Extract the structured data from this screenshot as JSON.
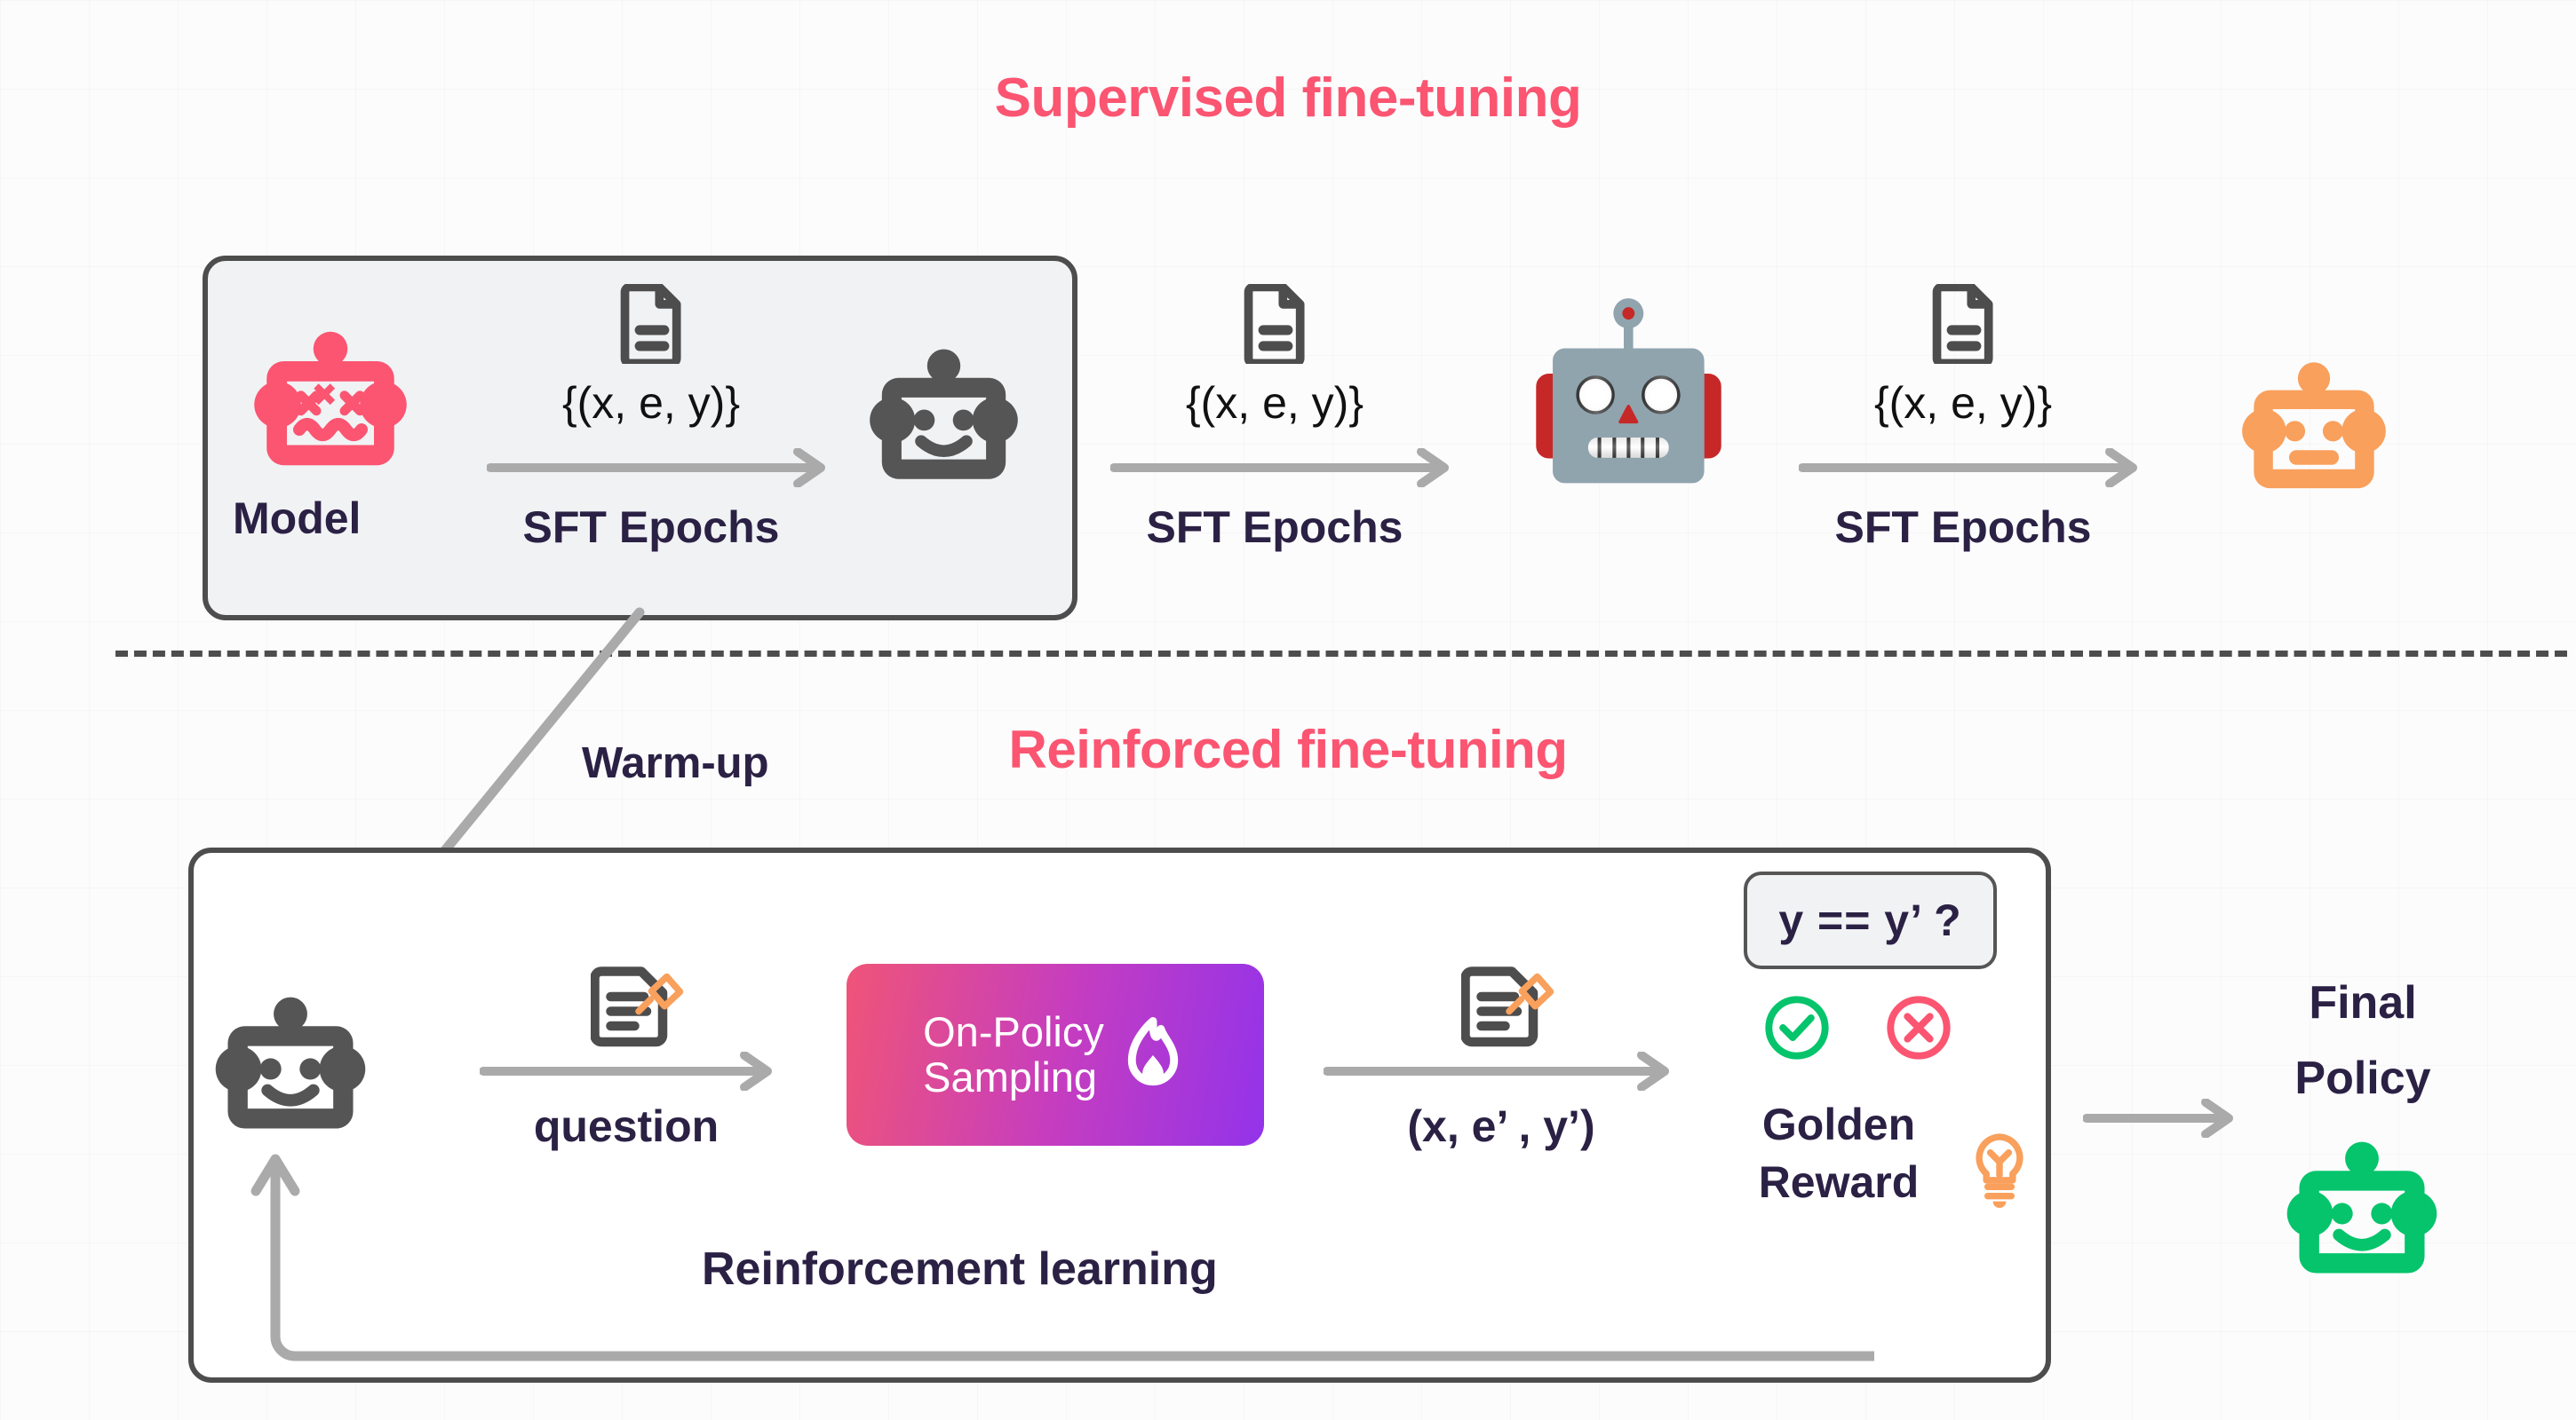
{
  "palette": {
    "accent_pink": "#fb5571",
    "dark_navy": "#2b2144",
    "gray_icon": "#4d4d4d",
    "arrow_gray": "#aaaaaa",
    "orange": "#f9a05c",
    "green": "#05c46b",
    "panel_fill": "#f1f2f4",
    "page_bg": "#fcfcfd"
  },
  "sft": {
    "title": "Supervised fine-tuning",
    "model_label": "Model",
    "steps": [
      {
        "dataset": "{(x, e, y)}",
        "caption": "SFT Epochs"
      },
      {
        "dataset": "{(x, e, y)}",
        "caption": "SFT Epochs"
      },
      {
        "dataset": "{(x, e, y)}",
        "caption": "SFT Epochs"
      }
    ]
  },
  "warmup": {
    "label": "Warm-up"
  },
  "rft": {
    "title": "Reinforced fine-tuning",
    "question_label": "question",
    "sample_label": "(x, e’ , y’)",
    "on_policy_label": "On-Policy\nSampling",
    "equality_check": "y == y’ ?",
    "reward_label": "Golden\nReward",
    "reward_label_line1": "Golden",
    "reward_label_line2": "Reward",
    "loop_label": "Reinforcement learning",
    "final_label_line1": "Final",
    "final_label_line2": "Policy"
  },
  "icons": {
    "broken_model": "robot-x-eyes-icon",
    "sft_robot": "robot-smile-gray-icon",
    "emoji_robot": "🤖",
    "orange_robot": "robot-neutral-orange-icon",
    "green_robot": "robot-smile-green-icon",
    "document": "document-icon",
    "document_pin": "document-pinned-icon",
    "flame": "flame-icon",
    "check": "check-circle-icon",
    "cross": "x-circle-icon",
    "bulb": "lightbulb-icon"
  }
}
